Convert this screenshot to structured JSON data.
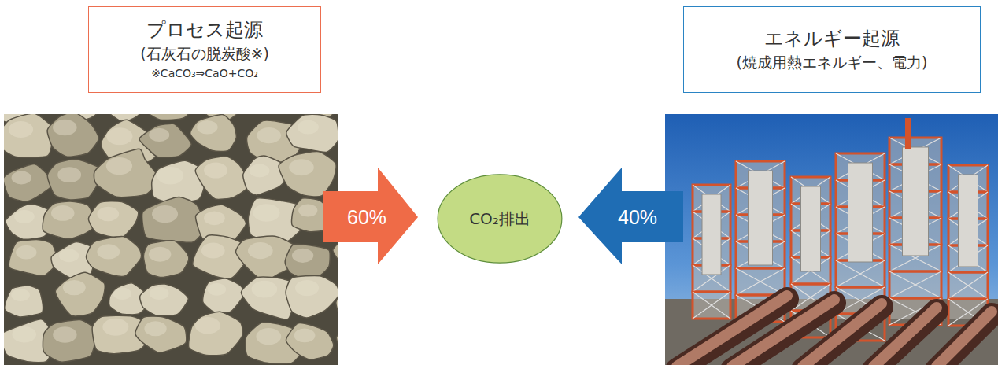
{
  "diagram": {
    "nodes": [
      {
        "text": [
          "プロセス起源",
          "(石灰石の脱炭酸※)",
          "※CaCO₃⇒CaO+CO₂"
        ]
      },
      {
        "text": [
          "エネルギー起源",
          "(焼成用熱エネルギー、電力)"
        ]
      },
      {
        "text": [
          "CO₂排出"
        ]
      }
    ],
    "labels": [
      "60%",
      "40%"
    ]
  }
}
